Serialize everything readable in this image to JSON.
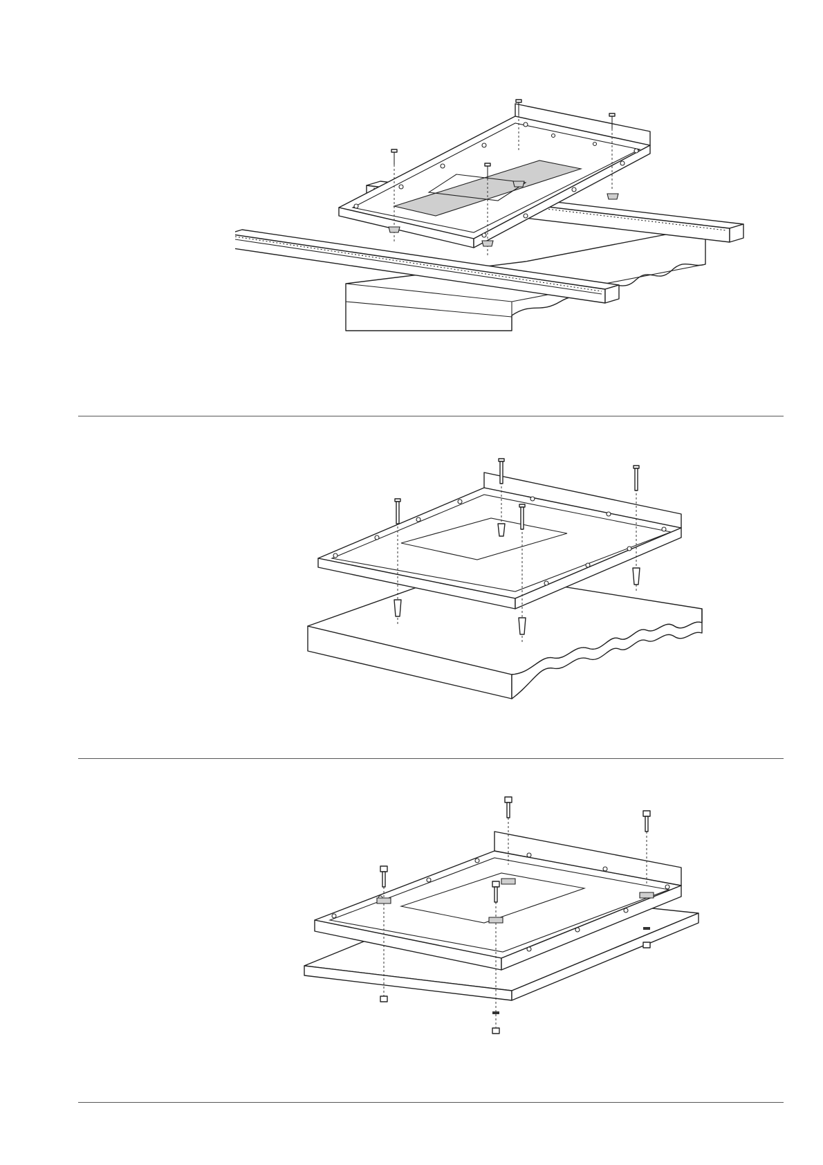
{
  "page": {
    "figures": [
      {
        "id": "fig-rail-mount",
        "icon": "rail-mounted-frame-illustration"
      },
      {
        "id": "fig-anchor-mount",
        "icon": "anchor-mounted-frame-illustration"
      },
      {
        "id": "fig-plate-mount",
        "icon": "plate-mounted-frame-illustration"
      }
    ],
    "colors": {
      "ink": "#222222",
      "rule": "#555555",
      "background": "#ffffff"
    }
  }
}
